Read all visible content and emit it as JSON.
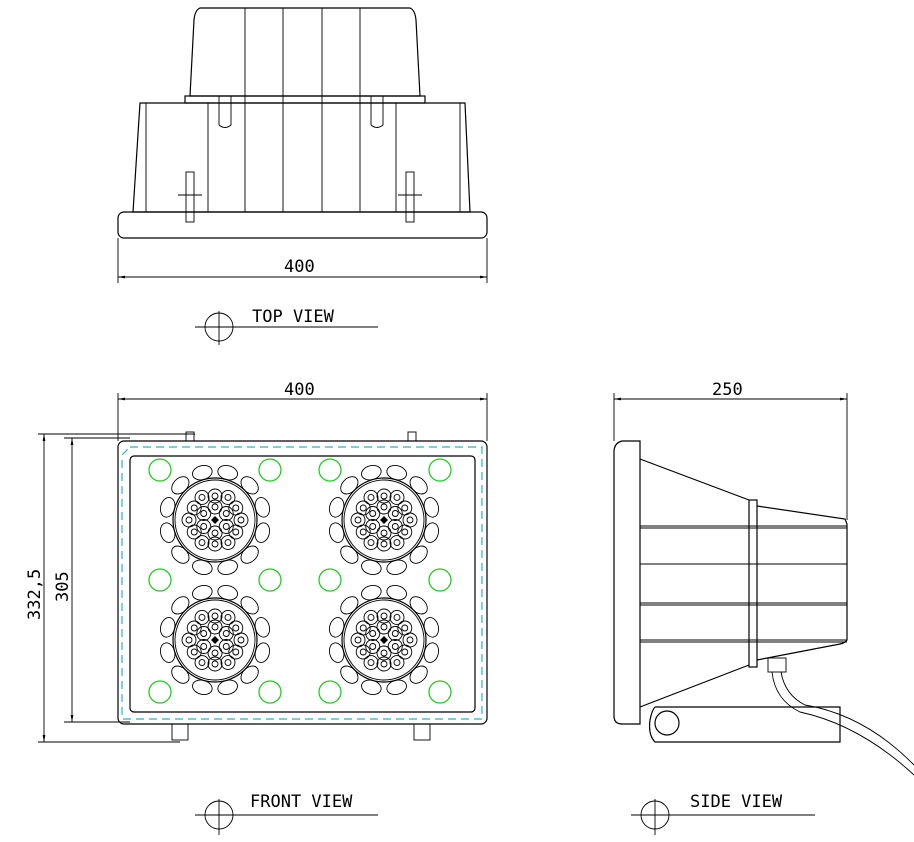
{
  "top_view": {
    "label": "TOP  VIEW",
    "width_dim": "400"
  },
  "front_view": {
    "label": "FRONT  VIEW",
    "width_dim": "400",
    "height_outer_dim": "332,5",
    "height_inner_dim": "305"
  },
  "side_view": {
    "label": "SIDE  VIEW",
    "depth_dim": "250"
  },
  "colors": {
    "line": "#000000",
    "indicator": "#22cc22",
    "gasket": "#22b8c8"
  }
}
